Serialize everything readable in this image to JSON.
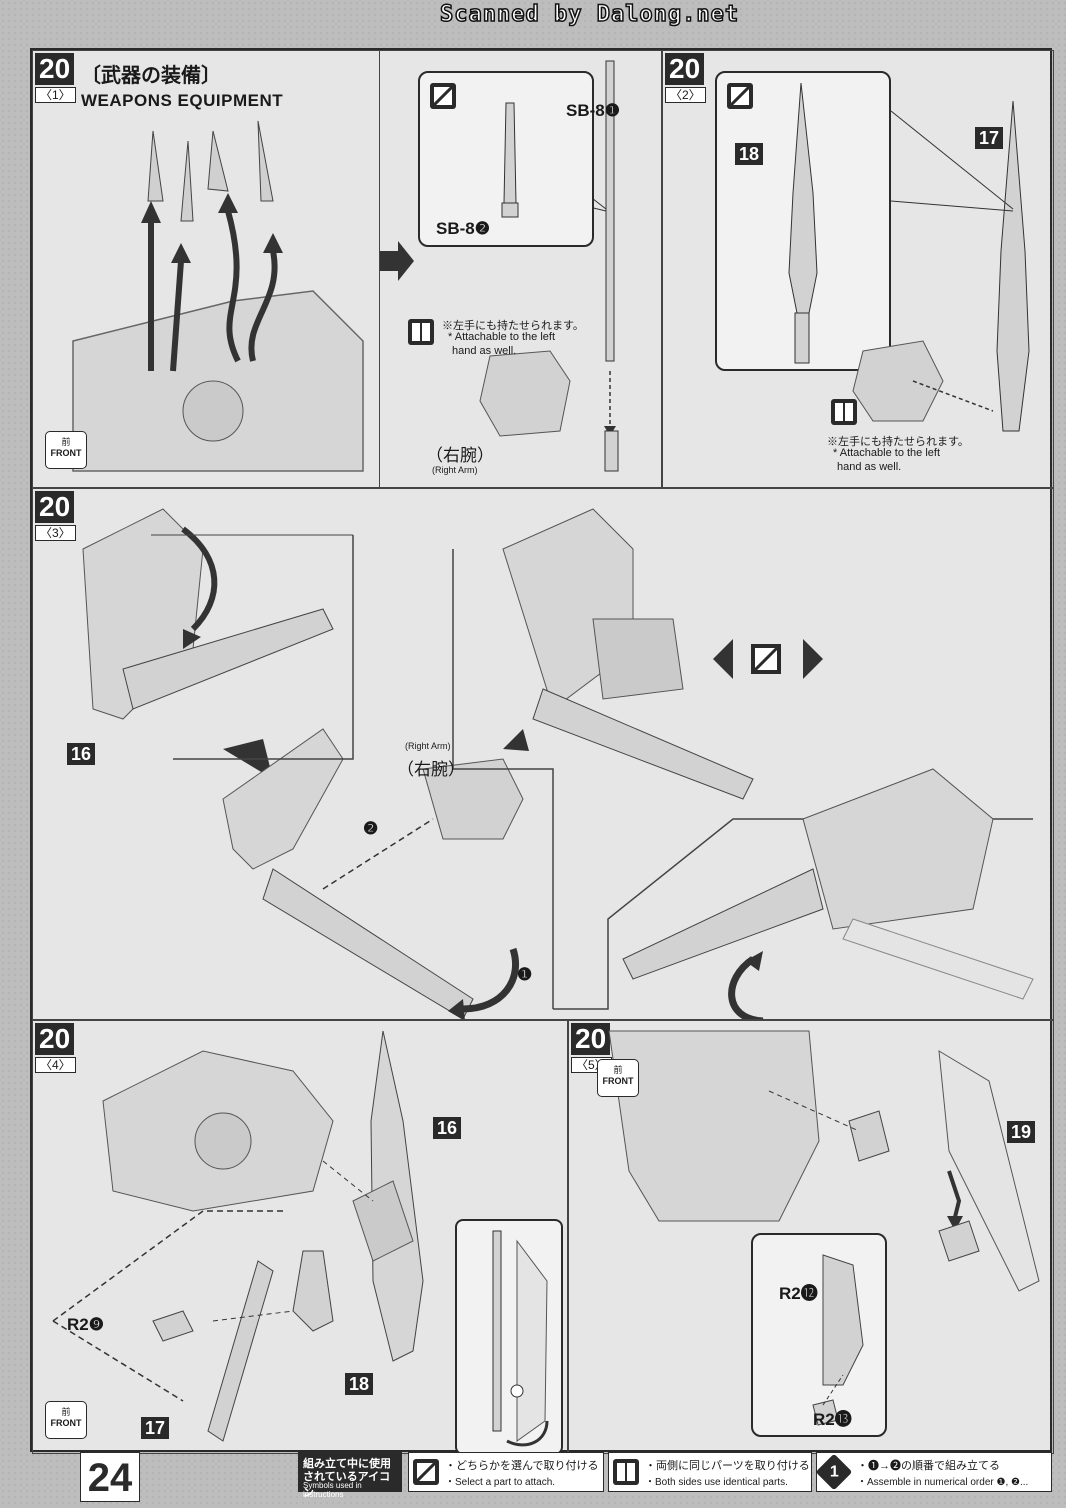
{
  "banner": "Scanned by Dalong.net",
  "page_number": "24",
  "steps": [
    {
      "number": "20",
      "sub": "〈1〉",
      "title_jp": "〔武器の装備〕",
      "title_en": "WEAPONS EQUIPMENT",
      "front_jp": "前",
      "front_en": "FRONT",
      "label_a": "SB-8❶",
      "label_b": "SB-8❷",
      "attach_jp": "※左手にも持たせられます。",
      "attach_en": "* Attachable to the left",
      "attach_en2": "hand as well.",
      "arm_jp": "（右腕）",
      "arm_en": "(Right Arm)"
    },
    {
      "number": "20",
      "sub": "〈2〉",
      "part_a": "18",
      "part_b": "17",
      "attach_jp": "※左手にも持たせられます。",
      "attach_en": "* Attachable to the left",
      "attach_en2": "hand as well."
    },
    {
      "number": "20",
      "sub": "〈3〉",
      "part": "16",
      "arm_en": "(Right Arm)",
      "arm_jp": "（右腕）",
      "step1": "❶",
      "step2": "❷"
    },
    {
      "number": "20",
      "sub": "〈4〉",
      "part_a": "16",
      "part_b": "18",
      "part_c": "17",
      "label": "R2❾",
      "front_jp": "前",
      "front_en": "FRONT"
    },
    {
      "number": "20",
      "sub": "〈5〉",
      "part": "19",
      "label_a": "R2⓬",
      "label_b": "R2⓭",
      "front_jp": "前",
      "front_en": "FRONT"
    }
  ],
  "legend": {
    "heading_jp": "組み立て中に使用されているアイコン",
    "heading_jp1": "組み立て中に使用",
    "heading_jp2": "されているアイコン",
    "heading_en": "Symbols used in instructions",
    "items": [
      {
        "jp": "・どちらかを選んで取り付ける",
        "en": "・Select a part to attach."
      },
      {
        "jp": "・両側に同じパーツを取り付ける",
        "en": "・Both sides use identical parts."
      },
      {
        "jp": "・❶→❷の順番で組み立てる",
        "en": "・Assemble in numerical order ❶, ❷..."
      }
    ]
  }
}
